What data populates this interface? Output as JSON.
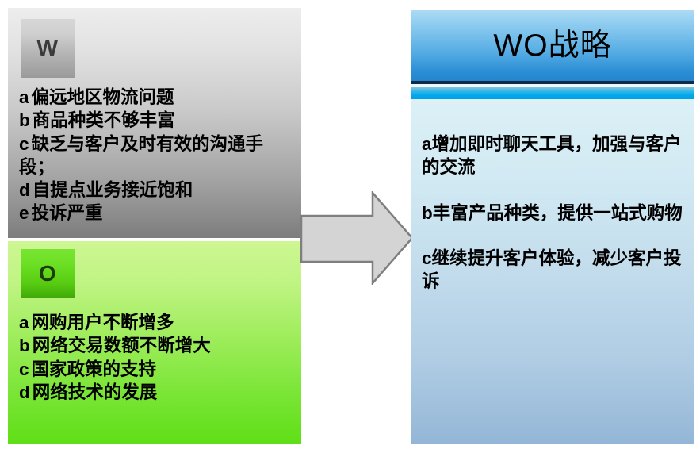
{
  "diagram": {
    "type": "swot-strategy",
    "colors": {
      "weakness_panel_top": "#ededed",
      "weakness_panel_bottom": "#7d7d7d",
      "opportunity_panel_top": "#cdf792",
      "opportunity_panel_bottom": "#5fdf16",
      "strategy_header_top": "#aedcf5",
      "strategy_header_bottom": "#2585cc",
      "strategy_divider_dark": "#0d2c4d",
      "strategy_divider_cyan": "#00a8ec",
      "strategy_body_top": "#dcf0f6",
      "strategy_body_bottom": "#94b6d6",
      "arrow_fill": "#d4d4d4",
      "arrow_stroke": "#7f7f7f"
    }
  },
  "weakness": {
    "badge_label": "W",
    "items": [
      {
        "marker": "a",
        "text": "偏远地区物流问题"
      },
      {
        "marker": "b",
        "text": "商品种类不够丰富"
      },
      {
        "marker": "c",
        "text": "缺乏与客户及时有效的沟通手段；"
      },
      {
        "marker": "d",
        "text": "自提点业务接近饱和"
      },
      {
        "marker": "e",
        "text": "投诉严重"
      }
    ]
  },
  "opportunity": {
    "badge_label": "O",
    "items": [
      {
        "marker": "a",
        "text": "网购用户不断增多"
      },
      {
        "marker": "b",
        "text": "网络交易数额不断增大"
      },
      {
        "marker": "c",
        "text": "国家政策的支持"
      },
      {
        "marker": "d",
        "text": "网络技术的发展"
      }
    ]
  },
  "connector": {
    "icon": "right-arrow-icon",
    "direction": "right"
  },
  "strategy": {
    "title": "WO战略",
    "items": [
      {
        "marker": "a",
        "text": "增加即时聊天工具，加强与客户的交流"
      },
      {
        "marker": "b",
        "text": "丰富产品种类，提供一站式购物"
      },
      {
        "marker": "c",
        "text": "继续提升客户体验，减少客户投诉"
      }
    ]
  }
}
